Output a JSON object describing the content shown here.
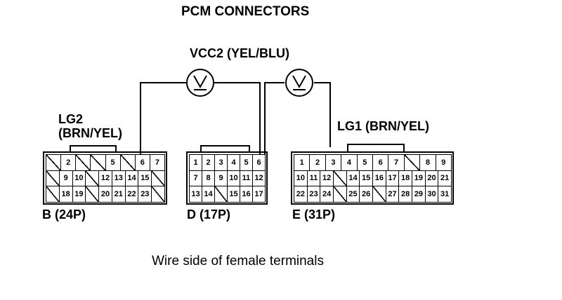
{
  "title": "PCM CONNECTORS",
  "vcc_label": "VCC2 (YEL/BLU)",
  "lg2_label_line1": "LG2",
  "lg2_label_line2": "(BRN/YEL)",
  "lg1_label": "LG1 (BRN/YEL)",
  "voltmeter_symbol": "V",
  "caption": "Wire side of female terminals",
  "connectors": {
    "b": {
      "label": "B (24P)",
      "rows": [
        [
          "",
          "2",
          "",
          "",
          "5",
          "",
          "6",
          "7"
        ],
        [
          "",
          "9",
          "10",
          "",
          "12",
          "13",
          "14",
          "15",
          ""
        ],
        [
          "",
          "18",
          "19",
          "",
          "20",
          "21",
          "22",
          "23",
          ""
        ]
      ]
    },
    "d": {
      "label": "D (17P)",
      "rows": [
        [
          "1",
          "2",
          "3",
          "4",
          "5",
          "6"
        ],
        [
          "7",
          "8",
          "9",
          "10",
          "11",
          "12"
        ],
        [
          "13",
          "14",
          "",
          "15",
          "16",
          "17"
        ]
      ]
    },
    "e": {
      "label": "E (31P)",
      "rows": [
        [
          "1",
          "2",
          "3",
          "4",
          "5",
          "6",
          "7",
          "",
          "8",
          "9"
        ],
        [
          "10",
          "11",
          "12",
          "",
          "14",
          "15",
          "16",
          "17",
          "18",
          "19",
          "20",
          "21"
        ],
        [
          "22",
          "23",
          "24",
          "",
          "25",
          "26",
          "",
          "27",
          "28",
          "29",
          "30",
          "31"
        ]
      ]
    }
  }
}
